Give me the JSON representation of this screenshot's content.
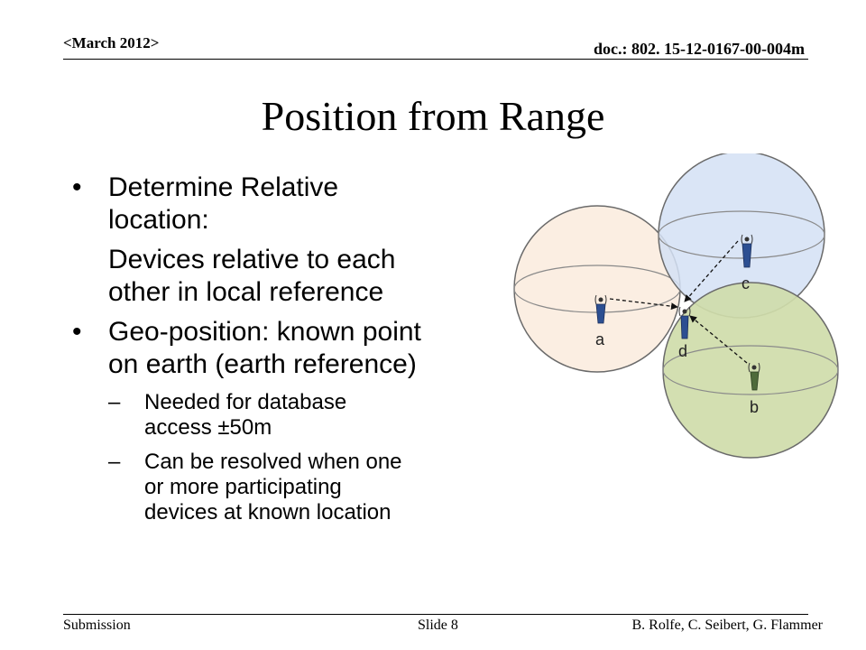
{
  "header": {
    "date": "<March 2012>",
    "doc": "doc.: 802. 15-12-0167-00-004m"
  },
  "title": "Position from Range",
  "bullets": {
    "b1_line1": "Determine Relative",
    "b1_line2": "location:",
    "b1_cont1": "Devices relative to each",
    "b1_cont2": "other in local reference",
    "b2_line1": "Geo-position: known point",
    "b2_line2": "on earth (earth reference)",
    "sub1_line1": "Needed for database",
    "sub1_line2": "access ±50m",
    "sub2_line1": "Can be resolved when one",
    "sub2_line2": "or more participating",
    "sub2_line3": "devices at known location"
  },
  "symbols": {
    "bullet": "•",
    "dash": "–"
  },
  "diagram": {
    "labels": {
      "a": "a",
      "b": "b",
      "c": "c",
      "d": "d"
    },
    "colors": {
      "sphere_a": "#fbeee2",
      "sphere_c": "#d3e0f4",
      "sphere_b": "#cfdcaa",
      "device_blue": "#2c4f92",
      "device_green": "#4e6a3a"
    }
  },
  "footer": {
    "left": "Submission",
    "center": "Slide 8",
    "right": "B. Rolfe, C. Seibert, G. Flammer"
  }
}
